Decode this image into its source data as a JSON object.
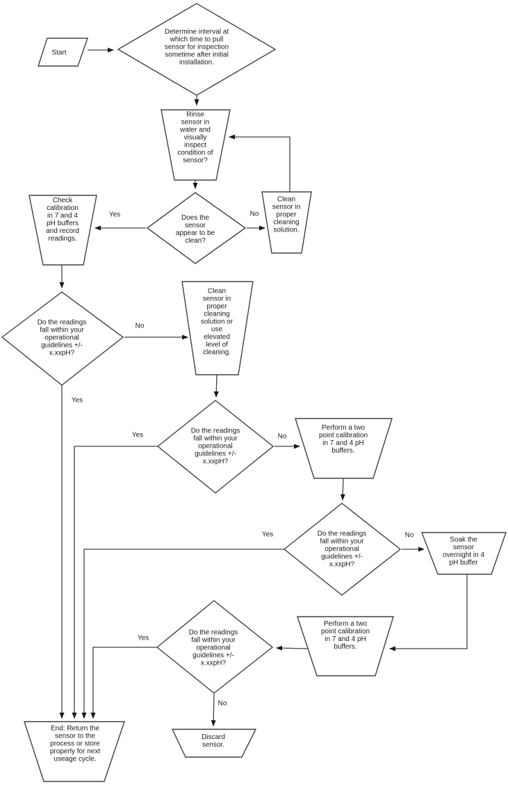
{
  "diagram": {
    "type": "flowchart",
    "subject": "pH sensor inspection, cleaning and calibration procedure",
    "background_color": "#ffffff",
    "line_color": "#404040",
    "text_color": "#1a1a1a"
  },
  "nodes": [
    {
      "id": "start",
      "shape": "parallelogram",
      "text": "Start"
    },
    {
      "id": "determine-interval",
      "shape": "diamond",
      "text": "Determine interval at\nwhich time to pull\nsensor for inspection\nsometime after initial\ninstallation."
    },
    {
      "id": "rinse-inspect",
      "shape": "trapezoid",
      "text": "Rinse\nsensor in\nwater and\nvisually\ninspect\ncondition of\nsensor?"
    },
    {
      "id": "sensor-clean",
      "shape": "diamond",
      "text": "Does the\nsensor\nappear to be\nclean?"
    },
    {
      "id": "clean-solution",
      "shape": "trapezoid",
      "text": "Clean\nsensor in\nproper\ncleaning\nsolution."
    },
    {
      "id": "check-calibration",
      "shape": "trapezoid",
      "text": "Check\ncalibration\nin 7 and 4\npH buffers\nand record\nreadings."
    },
    {
      "id": "readings-1",
      "shape": "diamond",
      "text": "Do the readings\nfall within your\noperational\nguidelines +/-\nx.xxpH?"
    },
    {
      "id": "clean-elevated",
      "shape": "trapezoid",
      "text": "Clean\nsensor in\nproper\ncleaning\nsolution or\nuse\nelevated\nlevel of\ncleaning."
    },
    {
      "id": "readings-2",
      "shape": "diamond",
      "text": "Do the readings\nfall within your\noperational\nguidelines +/-\nx.xxpH?"
    },
    {
      "id": "perform-calibration-1",
      "shape": "trapezoid",
      "text": "Perform a two\npoint calibration\nin 7 and 4 pH\nbuffers."
    },
    {
      "id": "readings-3",
      "shape": "diamond",
      "text": "Do the readings\nfall within your\noperational\nguidelines +/-\nx.xxpH?"
    },
    {
      "id": "soak-overnight",
      "shape": "trapezoid",
      "text": "Soak the\nsensor\novernight in 4\npH buffer"
    },
    {
      "id": "perform-calibration-2",
      "shape": "trapezoid",
      "text": "Perform a two\npoint calibration\nin 7 and 4 pH\nbuffers."
    },
    {
      "id": "readings-4",
      "shape": "diamond",
      "text": "Do the readings\nfall within your\noperational\nguidelines +/-\nx.xxpH?"
    },
    {
      "id": "end",
      "shape": "trapezoid",
      "text": "End:  Return the\nsensor to the\nprocess or store\nproperly for next\nuseage cycle."
    },
    {
      "id": "discard",
      "shape": "trapezoid",
      "text": "Discard\nsensor."
    }
  ],
  "edges": [
    {
      "from": "start",
      "to": "determine-interval",
      "label": ""
    },
    {
      "from": "determine-interval",
      "to": "rinse-inspect",
      "label": ""
    },
    {
      "from": "rinse-inspect",
      "to": "sensor-clean",
      "label": ""
    },
    {
      "from": "sensor-clean",
      "to": "clean-solution",
      "label": "No"
    },
    {
      "from": "clean-solution",
      "to": "rinse-inspect",
      "label": ""
    },
    {
      "from": "sensor-clean",
      "to": "check-calibration",
      "label": "Yes"
    },
    {
      "from": "check-calibration",
      "to": "readings-1",
      "label": ""
    },
    {
      "from": "readings-1",
      "to": "clean-elevated",
      "label": "No"
    },
    {
      "from": "readings-1",
      "to": "end",
      "label": "Yes"
    },
    {
      "from": "clean-elevated",
      "to": "readings-2",
      "label": ""
    },
    {
      "from": "readings-2",
      "to": "end",
      "label": "Yes"
    },
    {
      "from": "readings-2",
      "to": "perform-calibration-1",
      "label": "No"
    },
    {
      "from": "perform-calibration-1",
      "to": "readings-3",
      "label": ""
    },
    {
      "from": "readings-3",
      "to": "end",
      "label": "Yes"
    },
    {
      "from": "readings-3",
      "to": "soak-overnight",
      "label": "No"
    },
    {
      "from": "soak-overnight",
      "to": "perform-calibration-2",
      "label": ""
    },
    {
      "from": "perform-calibration-2",
      "to": "readings-4",
      "label": ""
    },
    {
      "from": "readings-4",
      "to": "end",
      "label": "Yes"
    },
    {
      "from": "readings-4",
      "to": "discard",
      "label": "No"
    }
  ]
}
